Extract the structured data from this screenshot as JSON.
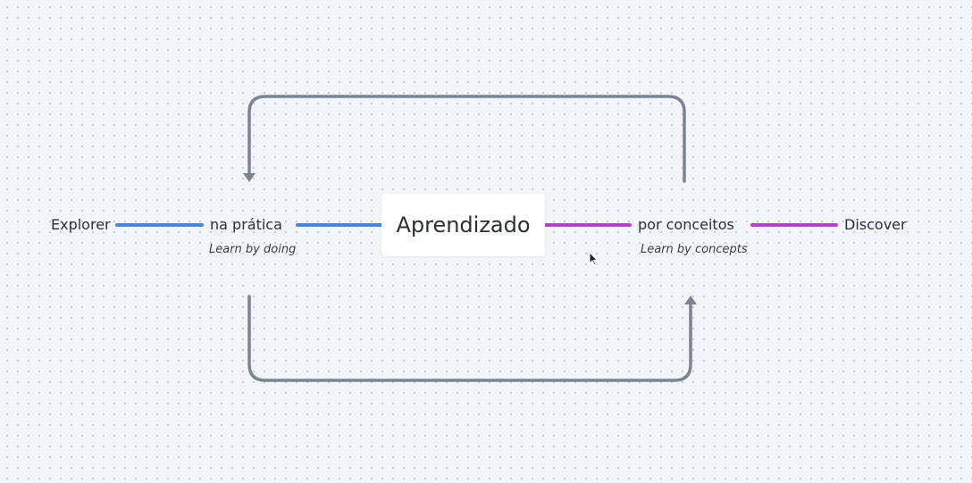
{
  "diagram": {
    "center": {
      "label": "Aprendizado"
    },
    "left_node": {
      "label": "na prática",
      "sublabel": "Learn by doing"
    },
    "right_node": {
      "label": "por conceitos",
      "sublabel": "Learn by concepts"
    },
    "far_left": {
      "label": "Explorer"
    },
    "far_right": {
      "label": "Discover"
    },
    "colors": {
      "background": "#f3f4f7",
      "left_connector": "#4a86d4",
      "right_connector": "#b043c4",
      "loop_arrow": "#7b8591",
      "card": "#ffffff"
    }
  }
}
